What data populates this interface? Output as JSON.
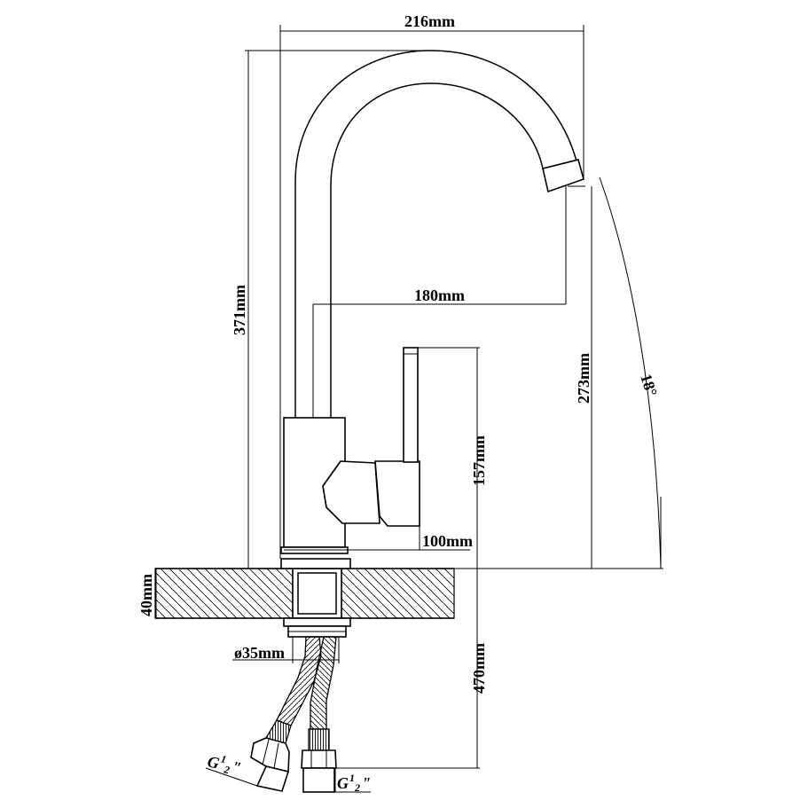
{
  "dimensions": {
    "overall_width": "216mm",
    "spout_reach": "180mm",
    "overall_height": "371mm",
    "spout_height": "273mm",
    "handle_height": "157mm",
    "base_width": "100mm",
    "deck_thickness": "40mm",
    "hole_diameter": "ø35mm",
    "hose_length": "470mm",
    "swivel_angle": "18°"
  },
  "threads": {
    "left": {
      "letter": "G",
      "num": "1",
      "den": "2",
      "mark": "\""
    },
    "right": {
      "letter": "G",
      "num": "1",
      "den": "2",
      "mark": "\""
    }
  }
}
